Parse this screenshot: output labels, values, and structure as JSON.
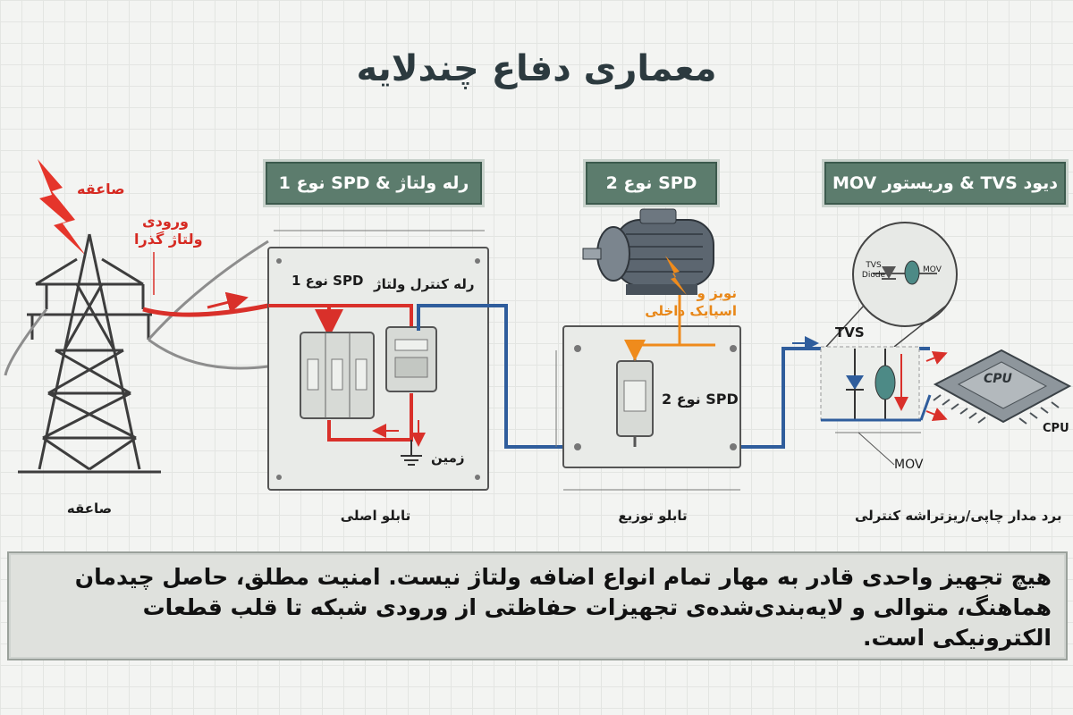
{
  "title": "معماری دفاع چندلایه",
  "layers": {
    "layer1": {
      "banner": "رله ولتاژ &  SPD نوع 1"
    },
    "layer2": {
      "banner": "SPD نوع 2"
    },
    "layer3": {
      "banner": "دیود TVS & وریستور MOV"
    }
  },
  "labels": {
    "lightning": "صاعقه",
    "transient_line1": "ورودی",
    "transient_line2": "ولتاژ گذرا",
    "tower": "صاعقه",
    "spd1": "SPD نوع 1",
    "relay": "رله کنترل ولتاژ",
    "ground": "زمین",
    "main_panel": "تابلو اصلی",
    "noise_line1": "نویز و",
    "noise_line2": "اسپایک داخلی",
    "spd2": "SPD نوع 2",
    "dist_panel": "تابلو توزیع",
    "tvs": "TVS",
    "tvs_diode_line1": "TVS",
    "tvs_diode_line2": "Diode",
    "mov_small": "MOV",
    "mov": "MOV",
    "cpu_chip": "CPU",
    "cpu": "CPU",
    "board": "برد مدار چاپی/ریزتراشه کنترلی"
  },
  "summary": "هیچ تجهیز واحدی قادر به مهار تمام انواع اضافه ولتاژ نیست. امنیت مطلق، حاصل چیدمان هماهنگ، متوالی و لایه‌بندی‌شده‌ی تجهیزات حفاظتی از ورودی شبکه تا قلب قطعات الکترونیکی است.",
  "colors": {
    "surge": "#d9302a",
    "signal": "#2f5d9c",
    "noise": "#ef8b1c",
    "banner": "#5c7c6d",
    "panel": "#e9ebe8"
  }
}
